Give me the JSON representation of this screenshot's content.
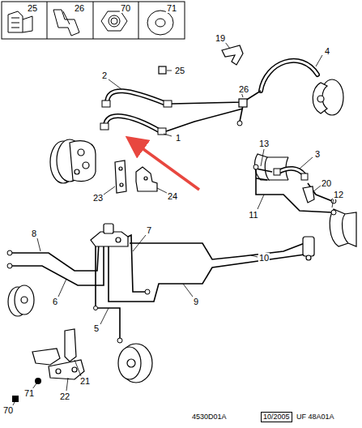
{
  "diagram": {
    "nodes": [
      {
        "text": [
          "10/2005"
        ]
      }
    ],
    "labels": [
      "25",
      "26",
      "70",
      "71",
      "19",
      "4",
      "2",
      "25",
      "26",
      "1",
      "13",
      "3",
      "20",
      "12",
      "11",
      "23",
      "24",
      "8",
      "7",
      "10",
      "6",
      "9",
      "5",
      "21",
      "22",
      "71",
      "70",
      "4530D01A",
      "UF 48A01A"
    ]
  }
}
